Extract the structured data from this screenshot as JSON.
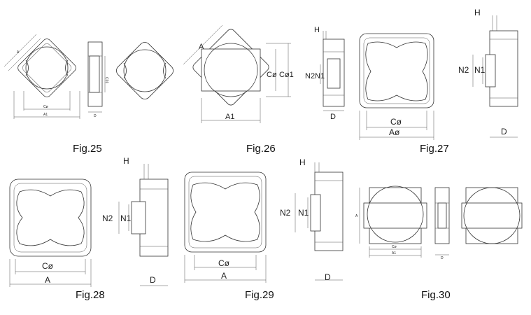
{
  "figures": [
    {
      "caption": "Fig.25",
      "labels": {
        "diag": "A",
        "c": "Cø",
        "a": "A1",
        "side": "C01",
        "d": "D"
      }
    },
    {
      "caption": "Fig.26",
      "labels": {
        "diag": "A",
        "c": "Cø",
        "c1": "Cø1",
        "a": "A1",
        "n": "N2N1",
        "h": "H",
        "d": "D"
      }
    },
    {
      "caption": "Fig.27",
      "labels": {
        "c": "Cø",
        "a": "Aø",
        "h": "H",
        "n2": "N2",
        "n1": "N1",
        "d": "D"
      }
    },
    {
      "caption": "Fig.28",
      "labels": {
        "c": "Cø",
        "a": "A",
        "h": "H",
        "n2": "N2",
        "n1": "N1",
        "d": "D"
      }
    },
    {
      "caption": "Fig.29",
      "labels": {
        "c": "Cø",
        "a": "A",
        "h": "H",
        "n2": "N2",
        "n1": "N1",
        "d": "D"
      }
    },
    {
      "caption": "Fig.30",
      "labels": {
        "side": "A",
        "c": "Cø",
        "a": "A1",
        "d": "D"
      }
    }
  ]
}
